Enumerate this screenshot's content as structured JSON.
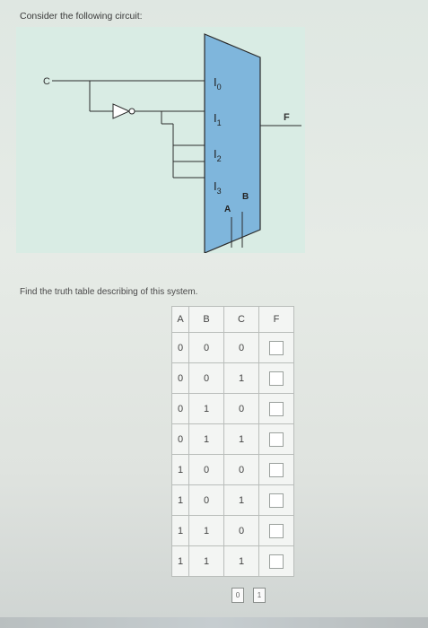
{
  "intro_text": "Consider the following circuit:",
  "circuit": {
    "input_label": "C",
    "output_label": "F",
    "mux_inputs": [
      "I",
      "I",
      "I",
      "I"
    ],
    "mux_subscripts": [
      "0",
      "1",
      "2",
      "3"
    ],
    "select_labels": [
      "A",
      "B"
    ]
  },
  "question_text": "Find the truth table describing of this system.",
  "truth_table": {
    "headers": [
      "A",
      "B",
      "C",
      "F"
    ],
    "rows": [
      [
        "0",
        "0",
        "0"
      ],
      [
        "0",
        "0",
        "1"
      ],
      [
        "0",
        "1",
        "0"
      ],
      [
        "0",
        "1",
        "1"
      ],
      [
        "1",
        "0",
        "0"
      ],
      [
        "1",
        "0",
        "1"
      ],
      [
        "1",
        "1",
        "0"
      ],
      [
        "1",
        "1",
        "1"
      ]
    ]
  },
  "answer_choices": [
    "0",
    "1"
  ],
  "colors": {
    "panel": "#d9ece4",
    "mux_fill": "#7fb6dc"
  }
}
